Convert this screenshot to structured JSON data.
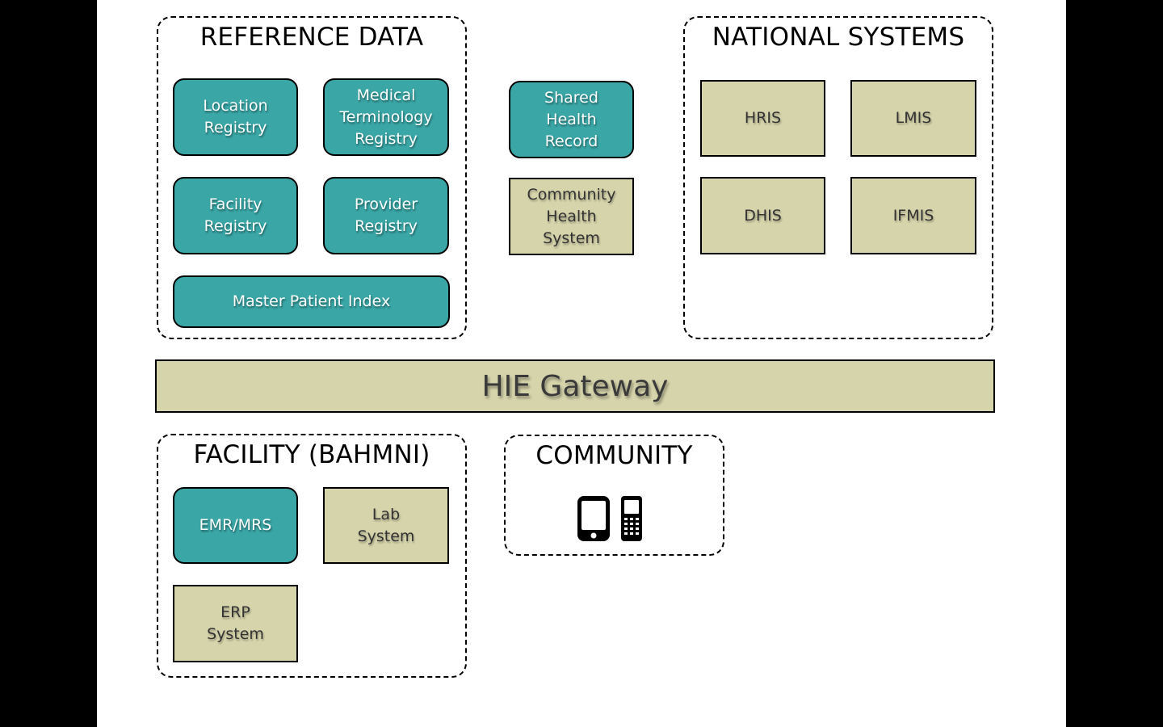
{
  "groups": {
    "reference_data": {
      "title": "REFERENCE DATA",
      "boxes": {
        "location_registry": "Location\nRegistry",
        "medical_terminology_registry": "Medical\nTerminology\nRegistry",
        "facility_registry": "Facility\nRegistry",
        "provider_registry": "Provider\nRegistry",
        "master_patient_index": "Master Patient Index"
      }
    },
    "national_systems": {
      "title": "NATIONAL SYSTEMS",
      "boxes": {
        "hris": "HRIS",
        "lmis": "LMIS",
        "dhis": "DHIS",
        "ifmis": "IFMIS"
      }
    },
    "facility": {
      "title": "FACILITY (BAHMNI)",
      "boxes": {
        "emr_mrs": "EMR/MRS",
        "lab_system": "Lab\nSystem",
        "erp_system": "ERP\nSystem"
      }
    },
    "community": {
      "title": "COMMUNITY",
      "icons": [
        "smartphone-icon",
        "feature-phone-icon"
      ]
    }
  },
  "standalone": {
    "shared_health_record": "Shared\nHealth\nRecord",
    "community_health_system": "Community\nHealth\nSystem"
  },
  "gateway": {
    "label": "HIE Gateway"
  },
  "colors": {
    "teal": "#3aa6a6",
    "tan": "#d6d4ab",
    "background": "#ffffff",
    "frame": "#000000"
  }
}
